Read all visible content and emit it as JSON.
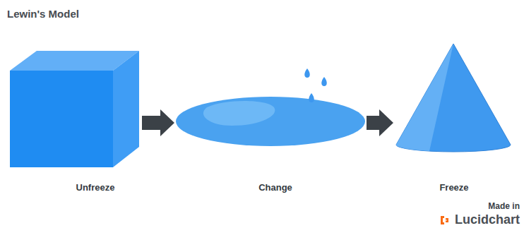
{
  "diagram": {
    "title": "Lewin's Model",
    "nodes": [
      {
        "text": [
          "Unfreeze"
        ]
      },
      {
        "text": [
          "Change"
        ]
      },
      {
        "text": [
          "Freeze"
        ]
      }
    ],
    "edges": [
      {
        "from": 0,
        "to": 1,
        "arrow": "to"
      },
      {
        "from": 1,
        "to": 2,
        "arrow": "to"
      }
    ],
    "labels": [
      "Made in",
      "Lucidchart"
    ]
  }
}
